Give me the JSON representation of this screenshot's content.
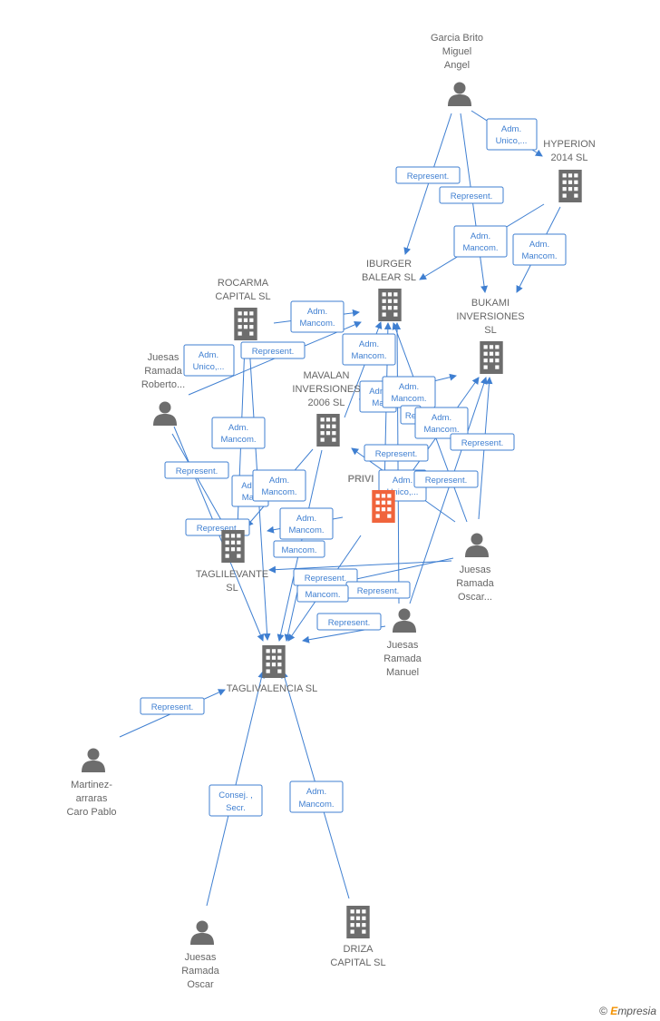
{
  "nodes": {
    "garcia_brito": {
      "label": [
        "Garcia Brito",
        "Miguel",
        "Angel"
      ],
      "kind": "person"
    },
    "hyperion": {
      "label": [
        "HYPERION",
        "2014  SL"
      ],
      "kind": "company"
    },
    "iburger": {
      "label": [
        "IBURGER",
        "BALEAR  SL"
      ],
      "kind": "company"
    },
    "bukami": {
      "label": [
        "BUKAMI",
        "INVERSIONES",
        "SL"
      ],
      "kind": "company"
    },
    "rocarma": {
      "label": [
        "ROCARMA",
        "CAPITAL  SL"
      ],
      "kind": "company"
    },
    "juesas_roberto": {
      "label": [
        "Juesas",
        "Ramada",
        "Roberto..."
      ],
      "kind": "person"
    },
    "mavalan": {
      "label": [
        "MAVALAN",
        "INVERSIONES",
        "2006  SL"
      ],
      "kind": "company"
    },
    "privi": {
      "label": [
        "PRIVI"
      ],
      "kind": "company-focus"
    },
    "juesas_oscar_dots": {
      "label": [
        "Juesas",
        "Ramada",
        "Oscar..."
      ],
      "kind": "person"
    },
    "taglilevante": {
      "label": [
        "TAGLILEVANTE",
        "SL"
      ],
      "kind": "company"
    },
    "juesas_manuel": {
      "label": [
        "Juesas",
        "Ramada",
        "Manuel"
      ],
      "kind": "person"
    },
    "taglivalencia": {
      "label": [
        "TAGLIVALENCIA SL"
      ],
      "kind": "company"
    },
    "martinez": {
      "label": [
        "Martinez-",
        "arraras",
        "Caro Pablo"
      ],
      "kind": "person"
    },
    "juesas_oscar": {
      "label": [
        "Juesas",
        "Ramada",
        "Oscar"
      ],
      "kind": "person"
    },
    "driza": {
      "label": [
        "DRIZA",
        "CAPITAL  SL"
      ],
      "kind": "company"
    }
  },
  "edge_labels": {
    "adm_unico": [
      "Adm.",
      "Unico,..."
    ],
    "represent": [
      "Represent."
    ],
    "adm_mancom": [
      "Adm.",
      "Mancom."
    ],
    "consej_secr": [
      "Consej. ,",
      "Secr."
    ],
    "adm_ma_partial": [
      "Adm",
      "Man"
    ],
    "re_partial": [
      "Re"
    ],
    "ad_partial": [
      "Ad",
      "Ma"
    ]
  },
  "footer": {
    "copyright": "©",
    "brand_e": "E",
    "brand_rest": "mpresia"
  },
  "colors": {
    "edge": "#3f7fd1",
    "icon": "#6d6d6d",
    "focus_icon": "#f0643c"
  }
}
